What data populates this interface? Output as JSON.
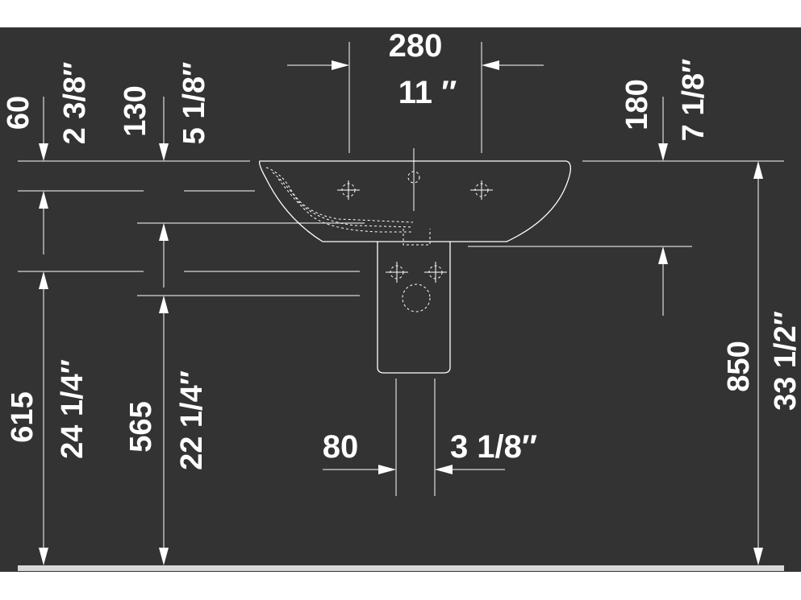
{
  "colors": {
    "background": "#333333",
    "lines": "#ffffff",
    "floor": "#d9d9d9",
    "page": "#ffffff"
  },
  "dimensions": {
    "top_width_mm": "280",
    "top_width_in": "11 ″",
    "left_60_mm": "60",
    "left_60_in": "2 3/8″",
    "left_130_mm": "130",
    "left_130_in": "5 1/8″",
    "right_180_mm": "180",
    "right_180_in": "7 1/8″",
    "left_615_mm": "615",
    "left_615_in": "24 1/4″",
    "left_565_mm": "565",
    "left_565_in": "22 1/4″",
    "bottom_80_mm": "80",
    "bottom_80_in": "3 1/8″",
    "right_850_mm": "850",
    "right_850_in": "33 1/2″"
  }
}
